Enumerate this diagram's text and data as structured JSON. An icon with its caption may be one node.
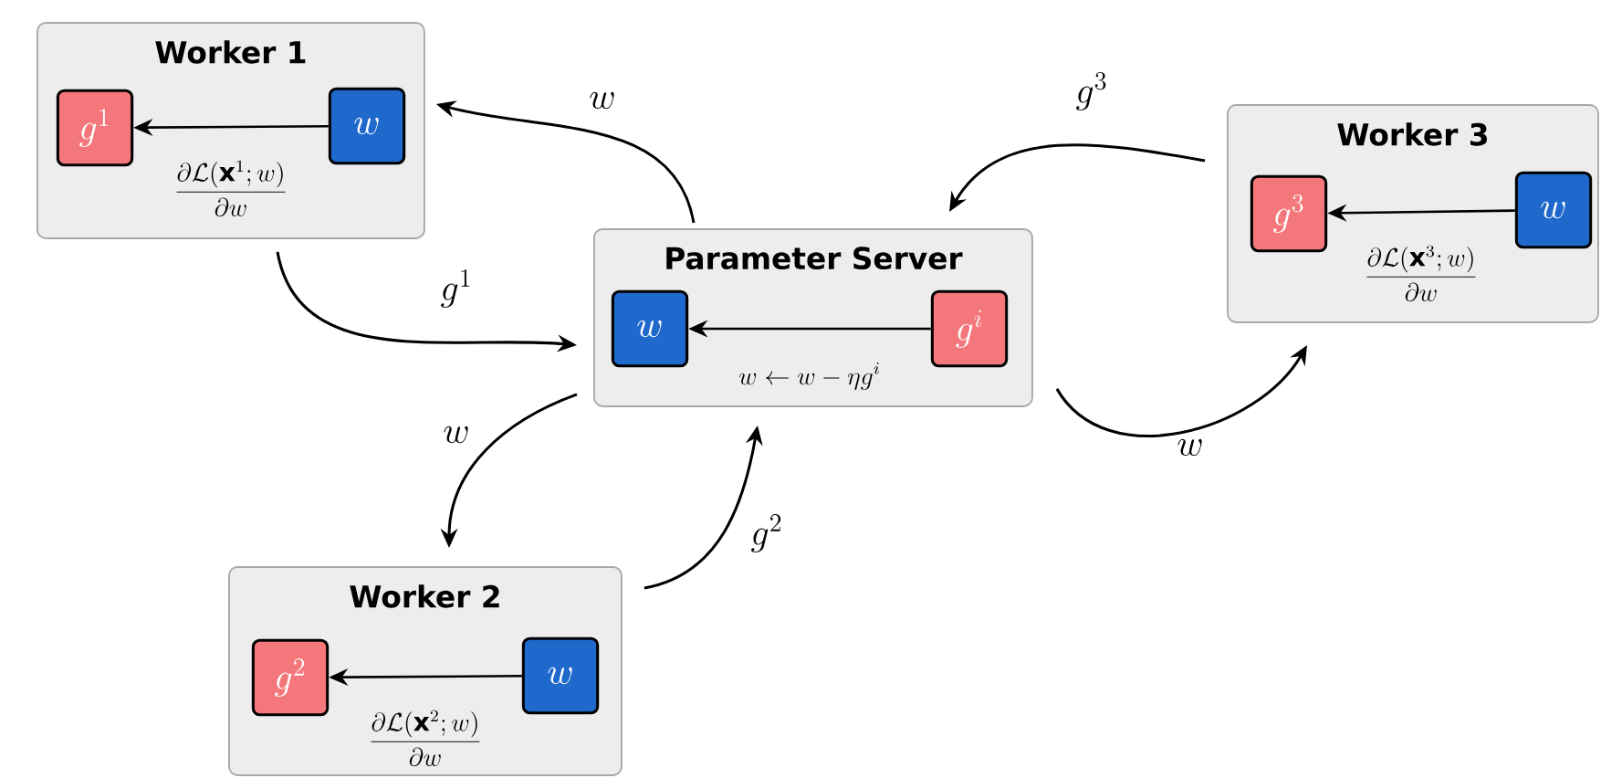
{
  "diagram": {
    "nodes": [
      {
        "text": [
          "Worker 1"
        ]
      },
      {
        "text": [
          "g^{1}"
        ],
        "in": 0
      },
      {
        "text": [
          "w"
        ],
        "in": 0
      },
      {
        "text": [
          "Worker 3"
        ]
      },
      {
        "text": [
          "g^{3}"
        ],
        "in": 3
      },
      {
        "text": [
          "w"
        ],
        "in": 3
      },
      {
        "text": [
          "Parameter Server"
        ]
      },
      {
        "text": [
          "w"
        ],
        "in": 6
      },
      {
        "text": [
          "g^{i}"
        ],
        "in": 6
      },
      {
        "text": [
          "Worker 2"
        ]
      },
      {
        "text": [
          "g^{2}"
        ],
        "in": 9
      },
      {
        "text": [
          "w"
        ],
        "in": 9
      }
    ],
    "edges": [
      {
        "from": 2,
        "to": 1,
        "arrow": "to",
        "label": "\\frac{\\partial\\mathcal{L}(\\mathbf{x}^{1};w)}{\\partial w}"
      },
      {
        "from": 5,
        "to": 4,
        "arrow": "to",
        "label": "\\frac{\\partial\\mathcal{L}(\\mathbf{x}^{3};w)}{\\partial w}"
      },
      {
        "from": 8,
        "to": 7,
        "arrow": "to",
        "label": "w \\leftarrow w - \\eta g^{i}"
      },
      {
        "from": 11,
        "to": 10,
        "arrow": "to",
        "label": "\\frac{\\partial\\mathcal{L}(\\mathbf{x}^{2};w)}{\\partial w}"
      },
      {
        "from": 6,
        "to": 0,
        "arrow": "to",
        "label": "w"
      },
      {
        "from": 0,
        "to": 6,
        "arrow": "to",
        "label": "g^{1}"
      },
      {
        "from": 3,
        "to": 6,
        "arrow": "to",
        "label": "g^{3}"
      },
      {
        "from": 6,
        "to": 3,
        "arrow": "to",
        "label": "w"
      },
      {
        "from": 6,
        "to": 9,
        "arrow": "to",
        "label": "w"
      },
      {
        "from": 9,
        "to": 6,
        "arrow": "to",
        "label": "g^{2}"
      }
    ]
  }
}
